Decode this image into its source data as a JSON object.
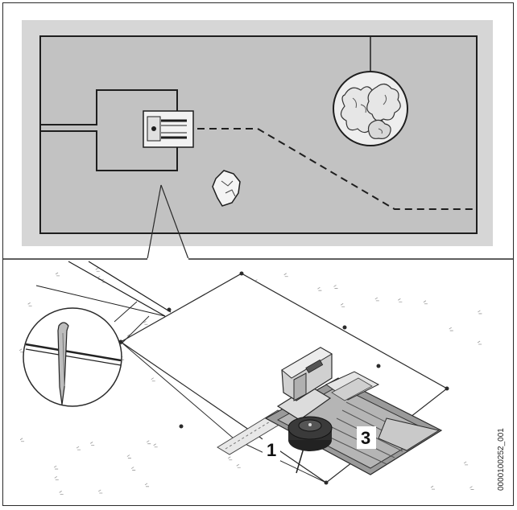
{
  "figure": {
    "callouts": {
      "one": "1",
      "three": "3"
    },
    "document_id": "0000100252_001"
  },
  "colors": {
    "panel_gray": "#d6d6d6",
    "lawn_gray": "#bfbfbf",
    "line": "#1e1e1e",
    "ground": "#ffffff"
  },
  "icons": [
    "grass-dot-icon",
    "wire-peg-icon",
    "robot-mower-icon",
    "charging-station-icon",
    "flower-bed-icon",
    "obstacle-icon"
  ]
}
